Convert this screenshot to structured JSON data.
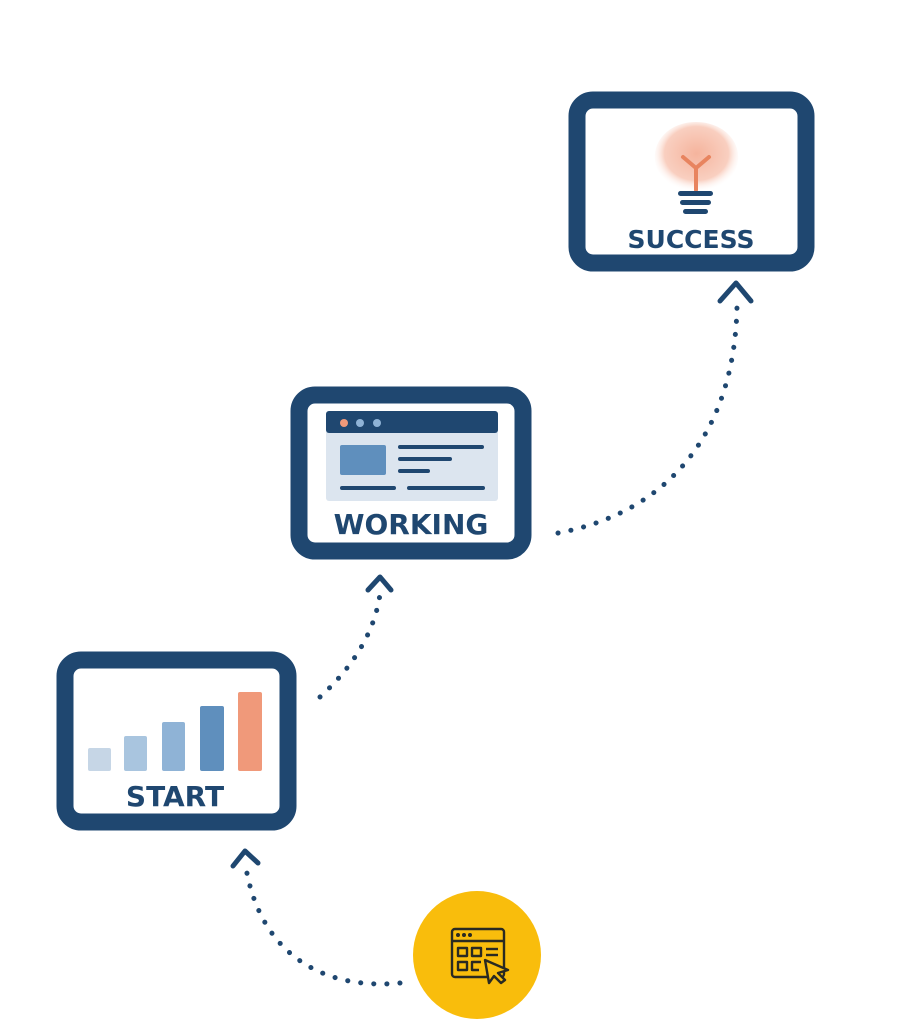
{
  "stages": [
    {
      "id": "start",
      "label": "START",
      "icon": "bar-chart-icon"
    },
    {
      "id": "working",
      "label": "WORKING",
      "icon": "browser-window-icon"
    },
    {
      "id": "success",
      "label": "SUCCESS",
      "icon": "lightbulb-icon"
    }
  ],
  "origin": {
    "icon": "web-app-click-icon"
  },
  "colors": {
    "navy": "#1f4770",
    "accent_orange": "#f0997a",
    "light_blue": "#8fb3d6",
    "yellow": "#f9bd0c"
  }
}
